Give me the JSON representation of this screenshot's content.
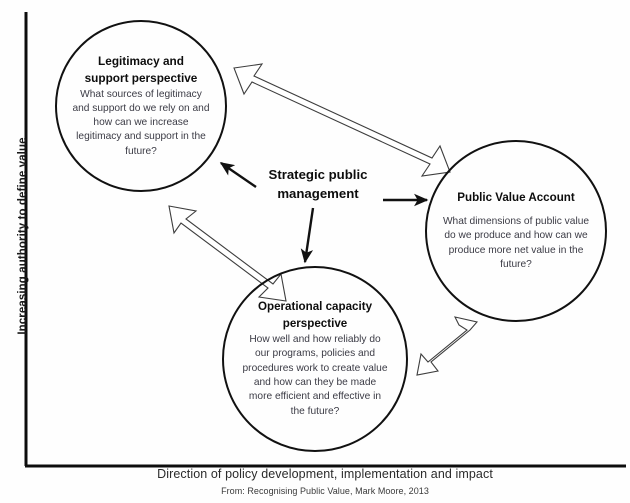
{
  "axes": {
    "y_label": "Increasing authority to define value",
    "x_label": "Direction of policy development, implementation and impact"
  },
  "caption": "From: Recognising Public Value, Mark Moore, 2013",
  "center": {
    "line1": "Strategic public",
    "line2": "management"
  },
  "nodes": {
    "legitimacy": {
      "title_line1": "Legitimacy and",
      "title_line2": "support perspective",
      "body": "What sources of legitimacy and support do we rely on and how can we increase legitimacy and support in the future?"
    },
    "public_value_account": {
      "title": "Public Value Account",
      "body": "What dimensions of public value do we produce and how can we produce more net value in the future?"
    },
    "operational": {
      "title_line1": "Operational capacity",
      "title_line2": "perspective",
      "body": "How well and how reliably do our programs, policies and procedures work to create value and how can they be made more efficient and effective in the future?"
    }
  },
  "colors": {
    "circle_stroke": "#111111",
    "axis": "#0d0d0d",
    "solid_arrow": "#111111",
    "hollow_arrow_stroke": "#444444",
    "hollow_arrow_fill": "#ffffff",
    "background": "#fefefe"
  },
  "icons": {
    "y_axis": "vertical-axis-line",
    "x_axis": "horizontal-axis-line",
    "link_legitimacy_pva": "double-headed-arrow-icon",
    "link_legitimacy_operational": "double-headed-arrow-icon",
    "link_operational_pva": "double-headed-arrow-icon",
    "pointer_to_legitimacy": "arrow-icon",
    "pointer_to_pva": "arrow-icon",
    "pointer_to_operational": "arrow-icon"
  }
}
